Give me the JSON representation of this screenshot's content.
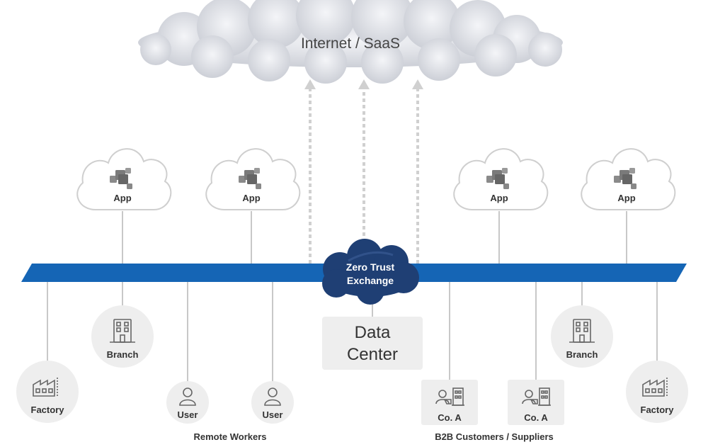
{
  "internet": {
    "label": "Internet / SaaS"
  },
  "zte": {
    "line1": "Zero Trust",
    "line2": "Exchange"
  },
  "data_center": {
    "line1": "Data",
    "line2": "Center"
  },
  "apps": [
    "App",
    "App",
    "App",
    "App"
  ],
  "nodes": {
    "factory_left": "Factory",
    "branch_left": "Branch",
    "user_1": "User",
    "user_2": "User",
    "co_1": "Co. A",
    "co_2": "Co. A",
    "branch_right": "Branch",
    "factory_right": "Factory"
  },
  "groups": {
    "remote_workers": "Remote Workers",
    "b2b": "B2B Customers / Suppliers"
  },
  "colors": {
    "bus": "#1565b5",
    "zte_cloud": "#1f3f74",
    "node_bg": "#eeeeee",
    "stem": "#c8c8c8"
  }
}
